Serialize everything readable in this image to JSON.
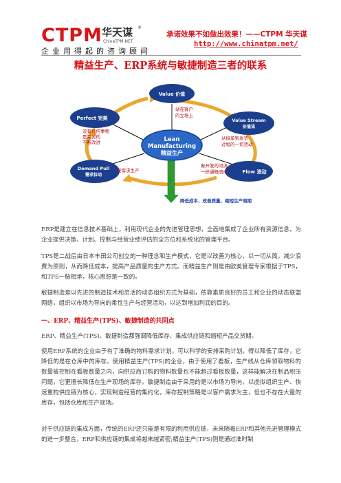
{
  "header": {
    "logo_ctpm": "CTPM",
    "logo_cn": "华天谋",
    "logo_r": "®",
    "logo_site": "ChinaTPM.NET",
    "slogan": "企业用得起的咨询顾问",
    "promise": "承诺效果不如做出效果！——CTPM 华天谋",
    "url": "http://www.chinatpm.net/"
  },
  "title": "精益生产、ERP系统与敏捷制造三者的联系",
  "diagram": {
    "center_line1": "Lean",
    "center_line2": "Manufacturing",
    "center_line3": "精益生产",
    "value": "Value 价值",
    "perfect": "Perfect 完美",
    "value_stream_line1": "Value Stream",
    "value_stream_line2": "价值流",
    "demand_pull_line1": "Demand Pull",
    "demand_pull_line2": "需求拉动",
    "flow": "Flow 流动",
    "note_customer_1": "站在客户",
    "note_customer_2": "的立场上",
    "note_perfect_1": "没有任何事物",
    "note_perfect_2": "是完美的",
    "note_perfect_3": "不断改进",
    "note_vs_1": "从接单到发货",
    "note_vs_2": "过程的一切活动",
    "note_pull": "按需求生产",
    "note_flow_1": "象开发的河流",
    "note_flow_2": "一样通畅流动",
    "bottom": "降低成本，改善质量，缩短生产周期",
    "colors": {
      "ellipse": "#1b3f8c",
      "arrow": "#e8a82d",
      "center": "#2a67c7"
    }
  },
  "paragraphs": {
    "p1": "ERP是建立在信息技术基础上，利用现代企业的先进管理思想，全面地集成了企业所有资源信息，为企业提供决策、计划、控制与经营业绩评估的全方位和系统化的管理平台。",
    "p2": "TPS是二战后由日本丰田公司创立的一种理念和生产模式，它是以改善为核心，以一切从简，减少浪费为原则，从而降低成本，提高产品质量的生产方式。而精益生产则是由欧美管理专家根据于TPS，和TPS一脉相承，核心思想是一致的。",
    "p3": "敏捷制造是以先进的制造技术和灵活的动态组织方式为基础，依靠素质良好的员工和企业的动态联盟网络，组织以市场为导向的柔性生产与经营活动，以达到增加利润的目的。",
    "section": "一、ERP、精益生产(TPS)、敏捷制造的共同点",
    "p4": "ERP、精益生产(TPS)、敏捷制造都强调降低库存、集成供应链和缩短产品交货期。",
    "p5": "使用ERP系统的企业由于有了准确的物料需求计划，可以科学的安排采购计划，得以降低了库存，它降低的是在仓库中的库存。使用精益生产(TPS)的企业，由于使用了看板，生产线从仓库领取物料的数量被控制在看板数量之内，向供应商订购的物料数量也不能超过看板数量，这样能解决在制品积压问题，它更擅长降低在生产现场的库存。敏捷制造由于采用的是以市场为导向，以虚拟组织生产、快速重构供应链为核心，实现制造经营的集约化，库存控制策略是以客户需求为主，但也不存在大量的库存，包括仓库和生产现场。",
    "p6": "对于供应链的集成方面，传统的ERP还只能是有限的利用供应链，未来随着ERP和其他先进管理模式的进一步整合，ERP和供应链的集成将越来越紧密;精益生产(TPS)则是通过准时制"
  }
}
